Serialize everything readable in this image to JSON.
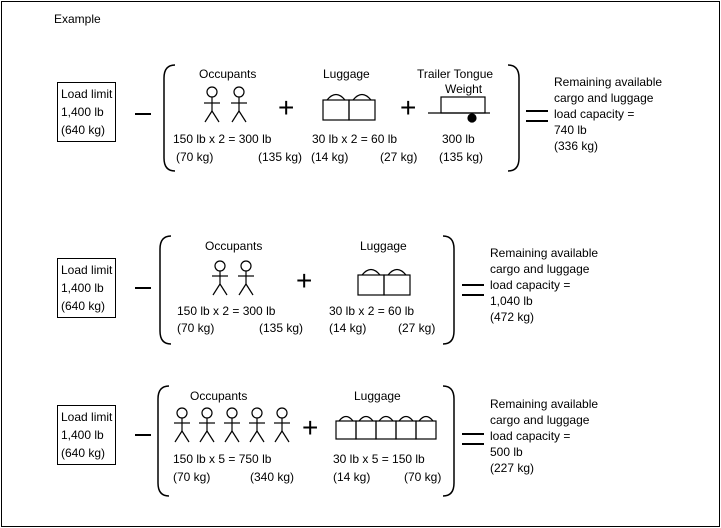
{
  "title": "Example",
  "examples": [
    {
      "load_limit": [
        "Load limit",
        "1,400 lb",
        "(640 kg)"
      ],
      "occupants": {
        "label": "Occupants",
        "count": 2,
        "line1": "150 lb x 2 = 300 lb",
        "lb_kg": "(70 kg)",
        "total_kg": "(135 kg)"
      },
      "luggage": {
        "label": "Luggage",
        "count": 2,
        "line1": "30 lb x 2 = 60 lb",
        "lb_kg": "(14 kg)",
        "total_kg": "(27 kg)"
      },
      "trailer": {
        "label_1": "Trailer Tongue",
        "label_2": "Weight",
        "line1": "300 lb",
        "total_kg": "(135 kg)"
      },
      "result": [
        "Remaining available",
        "cargo and luggage",
        "load capacity =",
        "740 lb",
        "(336 kg)"
      ]
    },
    {
      "load_limit": [
        "Load limit",
        "1,400 lb",
        "(640 kg)"
      ],
      "occupants": {
        "label": "Occupants",
        "count": 2,
        "line1": "150 lb x 2 = 300 lb",
        "lb_kg": "(70 kg)",
        "total_kg": "(135 kg)"
      },
      "luggage": {
        "label": "Luggage",
        "count": 2,
        "line1": "30 lb x 2 = 60 lb",
        "lb_kg": "(14 kg)",
        "total_kg": "(27 kg)"
      },
      "result": [
        "Remaining available",
        "cargo and luggage",
        "load capacity =",
        "1,040 lb",
        "(472 kg)"
      ]
    },
    {
      "load_limit": [
        "Load limit",
        "1,400 lb",
        "(640 kg)"
      ],
      "occupants": {
        "label": "Occupants",
        "count": 5,
        "line1": "150 lb x 5 = 750 lb",
        "lb_kg": "(70 kg)",
        "total_kg": "(340 kg)"
      },
      "luggage": {
        "label": "Luggage",
        "count": 5,
        "line1": "30 lb x 5 = 150 lb",
        "lb_kg": "(14 kg)",
        "total_kg": "(70 kg)"
      },
      "result": [
        "Remaining available",
        "cargo and luggage",
        "load capacity =",
        "500 lb",
        "(227 kg)"
      ]
    }
  ]
}
